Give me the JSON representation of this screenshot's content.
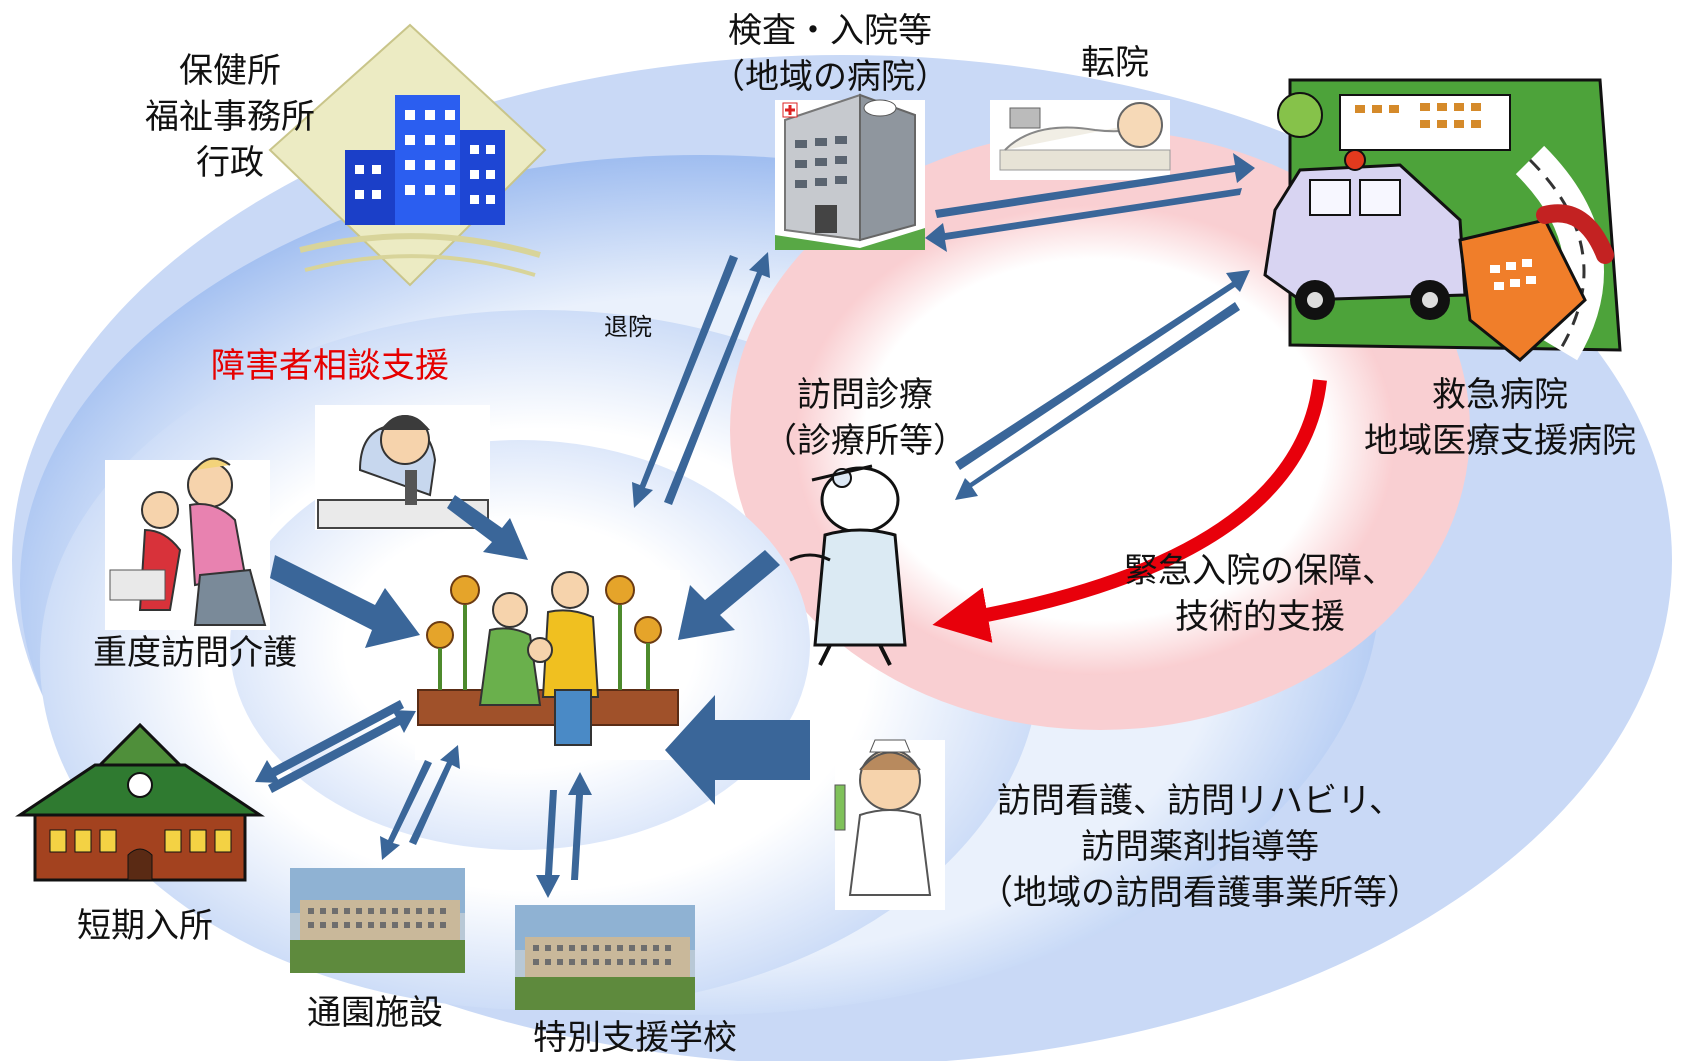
{
  "labels": {
    "health_center": [
      "保健所",
      "福祉事務所",
      "行政"
    ],
    "exam_hospital": [
      "検査・入院等",
      "（地域の病院）"
    ],
    "transfer": "転院",
    "discharge": "退院",
    "disability_consult": "障害者相談支援",
    "home_visit_care": [
      "訪問診療",
      "（診療所等）"
    ],
    "emergency_hospital": [
      "救急病院",
      "地域医療支援病院"
    ],
    "emergency_support": [
      "緊急入院の保障、",
      "技術的支援"
    ],
    "severe_home_care": "重度訪問介護",
    "short_stay": "短期入所",
    "day_facility": "通園施設",
    "special_school": "特別支援学校",
    "visiting_nursing": [
      "訪問看護、訪問リハビリ、",
      "訪問薬剤指導等",
      "（地域の訪問看護事業所等）"
    ]
  },
  "colors": {
    "arrow": "#3a6699",
    "outer_ring": "#b9cdf2",
    "pink_ring": "#f9c9cb",
    "red_text": "#e60000",
    "red_arrow": "#e8000b"
  },
  "icons": [
    "office-buildings-icon",
    "hospital-building-icon",
    "patient-bed-icon",
    "ambulance-hospital-icon",
    "telephone-consultant-icon",
    "caregiver-icon",
    "family-sunflowers-icon",
    "doctor-icon",
    "nurse-icon",
    "short-stay-building-icon",
    "day-facility-photo-icon",
    "special-school-photo-icon"
  ]
}
